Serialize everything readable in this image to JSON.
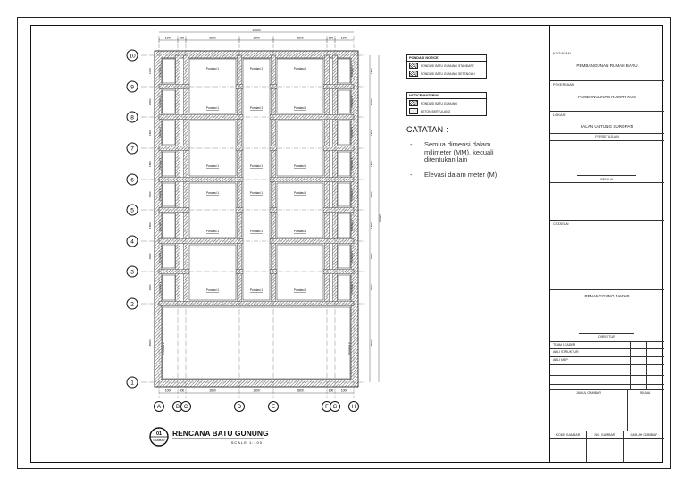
{
  "plan": {
    "overall_dim": "15000",
    "top_dims": [
      "1000",
      "800",
      "2800",
      "1800",
      "2800",
      "800",
      "1000"
    ],
    "bottom_dims": [
      "1000",
      "800",
      "2800",
      "1800",
      "2800",
      "800",
      "1000"
    ],
    "right_overall": "18000",
    "right_dims": [
      "1500",
      "2000",
      "1500",
      "1500",
      "1500",
      "1500",
      "1500",
      "1500",
      "4500"
    ],
    "left_dims": [
      "1000",
      "1500",
      "1500",
      "1500",
      "1500",
      "1500",
      "1500",
      "1500",
      "4500"
    ],
    "grid_rows": [
      "10",
      "9",
      "8",
      "7",
      "6",
      "5",
      "4",
      "3",
      "2",
      "1"
    ],
    "grid_cols": [
      "A",
      "B",
      "C",
      "D",
      "E",
      "F",
      "G",
      "H"
    ],
    "room_label": "Pondasi 1",
    "left_side_label": "Pondasi 1",
    "mark_2": "Pondasi 2"
  },
  "title": {
    "badge_num": "01",
    "badge_sub": "GAMBAR",
    "name": "RENCANA BATU GUNUNG",
    "scale": "SCALE 1:100"
  },
  "legend_pondasi": {
    "header": "PONDASI NOTICE",
    "items": [
      "PONDASI BATU GUNUNG STANDART",
      "PONDASI BATU GUNUNG SETENGAH"
    ]
  },
  "legend_material": {
    "header": "NOTICE MATERIAL",
    "items": [
      "PONDASI BATU GUNUNG",
      "BETON BERTULANG"
    ]
  },
  "notes": {
    "title": "CATATAN :",
    "items": [
      "Semua dimensi dalam milimeter (MM), kecuali ditentukan lain",
      "Elevasi dalam meter (M)"
    ]
  },
  "titleblock": {
    "kegiatan_label": "KEGIATAN",
    "kegiatan": "PEMBANGUNAN RUMAH BARU",
    "pekerjaan_label": "PEKERJAAN",
    "pekerjaan": "PEMBANGUNAN RUMAH KOS",
    "lokasi_label": "LOKASI",
    "lokasi": "JALAN UNTUNG SUROPATI",
    "persetujuan": "PERSETUJUAN",
    "pemilik": "PEMILIK",
    "catatan_label": "CATATAN",
    "dash": "-",
    "penanggung": "PENANGGUNG JAWAB",
    "direktur": "DIREKTUR",
    "roles": [
      "TEAM LEADER",
      "AHLI STRUKTUR",
      "AHLI MEP"
    ],
    "judul_gambar": "JUDUL GAMBAR",
    "skala": "SKALA",
    "kode_gambar": "KODE GAMBAR",
    "no_gambar": "NO. GAMBAR",
    "jumlah_gambar": "JUMLAH GAMBAR"
  }
}
